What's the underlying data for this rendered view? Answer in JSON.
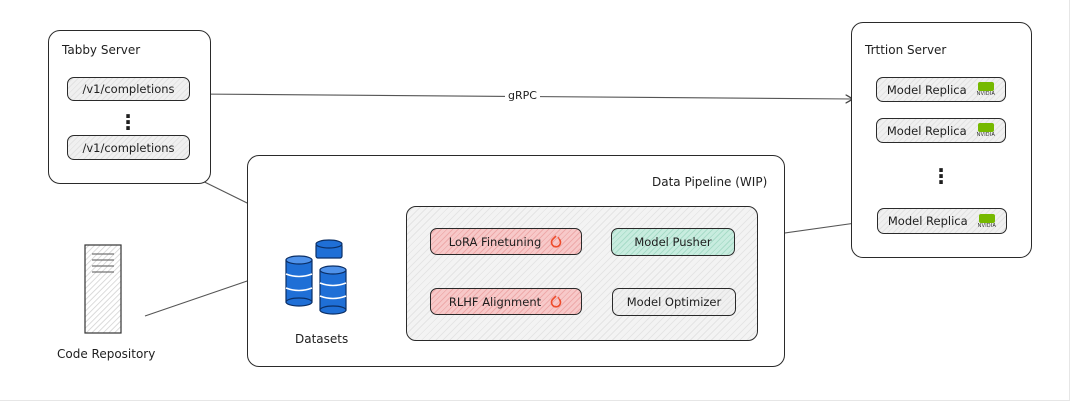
{
  "tabby_server": {
    "title": "Tabby Server",
    "endpoints": [
      "/v1/completions",
      "/v1/completions"
    ]
  },
  "triton_server": {
    "title": "Trttion Server",
    "replicas": [
      "Model Replica",
      "Model Replica",
      "Model Replica"
    ],
    "badge_text": "NVIDIA"
  },
  "connection": {
    "label": "gRPC"
  },
  "pipeline": {
    "title": "Data Pipeline (WIP)",
    "datasets_label": "Datasets",
    "steps": {
      "lora": "LoRA Finetuning",
      "rlhf": "RLHF Alignment",
      "pusher": "Model Pusher",
      "optimizer": "Model Optimizer"
    }
  },
  "code_repository": {
    "label": "Code Repository"
  },
  "colors": {
    "red_step": "#f7c9c9",
    "green_step": "#c8ecdf",
    "dataset_blue": "#1f6fd6",
    "pytorch_orange": "#ee4c2c",
    "nvidia_green": "#76b900"
  }
}
